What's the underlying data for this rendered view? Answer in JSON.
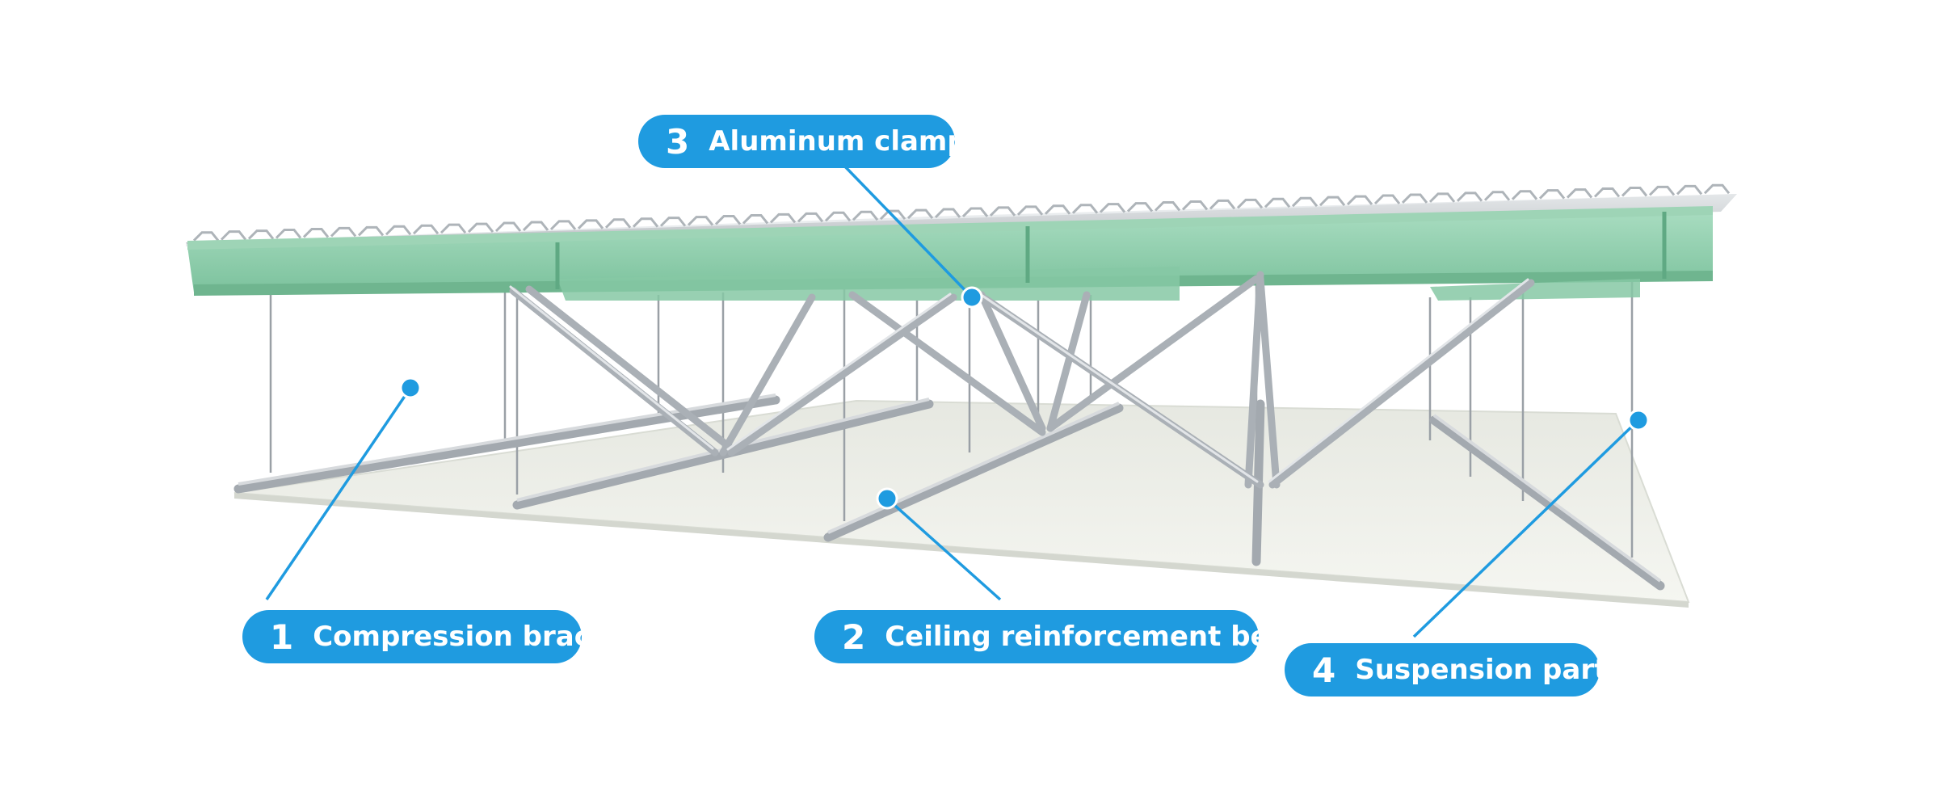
{
  "labels": [
    {
      "number": "1",
      "text": "Compression brace"
    },
    {
      "number": "2",
      "text": "Ceiling reinforcement beam"
    },
    {
      "number": "3",
      "text": "Aluminum clamp"
    },
    {
      "number": "4",
      "text": "Suspension parts"
    }
  ],
  "colors": {
    "accent": "#1f9be0",
    "beam": "#8fcfae",
    "beam_dark": "#5fa983",
    "deck": "#c9cdd0",
    "metal": "#b9bec4",
    "ceiling": "#eef0ea"
  }
}
